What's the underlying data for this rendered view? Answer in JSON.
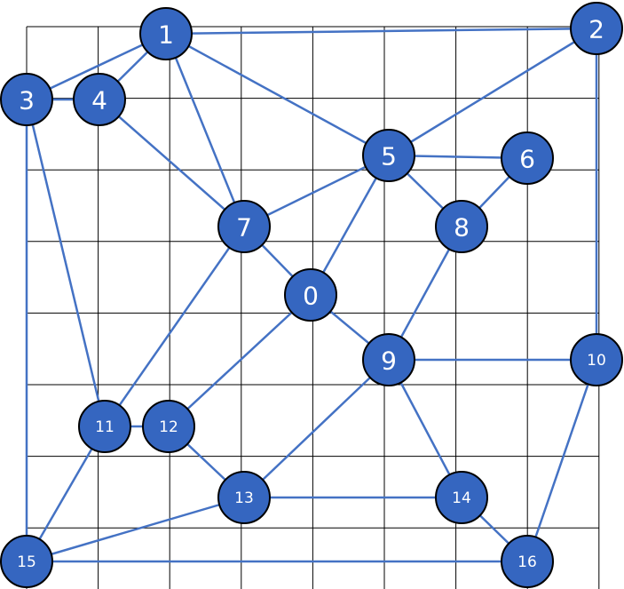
{
  "graph": {
    "colors": {
      "edge": "#4472c4",
      "node_fill": "#3566c0",
      "node_stroke": "#000000",
      "label": "#ffffff",
      "grid": "#000000"
    },
    "nodes": [
      {
        "id": "0",
        "label": "0"
      },
      {
        "id": "1",
        "label": "1"
      },
      {
        "id": "2",
        "label": "2"
      },
      {
        "id": "3",
        "label": "3"
      },
      {
        "id": "4",
        "label": "4"
      },
      {
        "id": "5",
        "label": "5"
      },
      {
        "id": "6",
        "label": "6"
      },
      {
        "id": "7",
        "label": "7"
      },
      {
        "id": "8",
        "label": "8"
      },
      {
        "id": "9",
        "label": "9"
      },
      {
        "id": "10",
        "label": "10"
      },
      {
        "id": "11",
        "label": "11"
      },
      {
        "id": "12",
        "label": "12"
      },
      {
        "id": "13",
        "label": "13"
      },
      {
        "id": "14",
        "label": "14"
      },
      {
        "id": "15",
        "label": "15"
      },
      {
        "id": "16",
        "label": "16"
      }
    ],
    "edges": [
      [
        "1",
        "2"
      ],
      [
        "1",
        "3"
      ],
      [
        "1",
        "4"
      ],
      [
        "1",
        "7"
      ],
      [
        "1",
        "5"
      ],
      [
        "3",
        "4"
      ],
      [
        "3",
        "11"
      ],
      [
        "3",
        "15"
      ],
      [
        "4",
        "7"
      ],
      [
        "2",
        "5"
      ],
      [
        "2",
        "10"
      ],
      [
        "5",
        "6"
      ],
      [
        "5",
        "8"
      ],
      [
        "5",
        "7"
      ],
      [
        "5",
        "0"
      ],
      [
        "6",
        "8"
      ],
      [
        "7",
        "0"
      ],
      [
        "7",
        "11"
      ],
      [
        "8",
        "9"
      ],
      [
        "0",
        "9"
      ],
      [
        "0",
        "12"
      ],
      [
        "9",
        "10"
      ],
      [
        "9",
        "13"
      ],
      [
        "9",
        "14"
      ],
      [
        "10",
        "16"
      ],
      [
        "11",
        "12"
      ],
      [
        "11",
        "15"
      ],
      [
        "12",
        "13"
      ],
      [
        "13",
        "14"
      ],
      [
        "13",
        "15"
      ],
      [
        "14",
        "16"
      ],
      [
        "15",
        "16"
      ]
    ]
  }
}
